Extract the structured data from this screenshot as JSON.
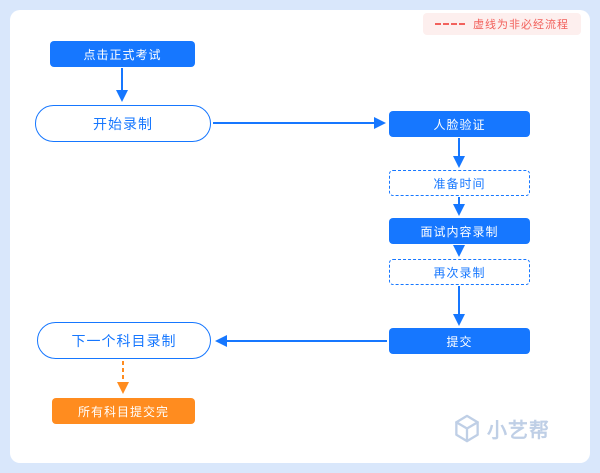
{
  "colors": {
    "primary": "#1677ff",
    "orange": "#ff8c1f",
    "red": "#f2615c",
    "bg": "#d9e7fb",
    "legend_bg": "#fdefee",
    "logo": "#bfcfe6"
  },
  "legend": {
    "label": "虚线为非必经流程"
  },
  "flow": {
    "click_exam": "点击正式考试",
    "start_record": "开始录制",
    "face_verify": "人脸验证",
    "prep_time": "准备时间",
    "interview_record": "面试内容录制",
    "re_record": "再次录制",
    "submit": "提交",
    "next_subject": "下一个科目录制",
    "all_submitted": "所有科目提交完"
  },
  "logo": {
    "text": "小艺帮"
  }
}
